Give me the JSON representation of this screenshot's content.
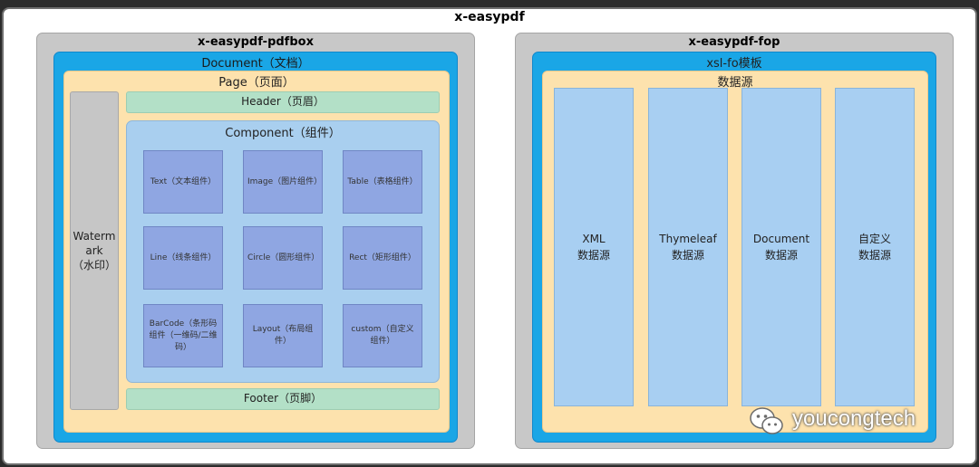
{
  "title": "x-easypdf",
  "pdfbox": {
    "title": "x-easypdf-pdfbox",
    "document_label": "Document（文档）",
    "page_label": "Page（页面）",
    "header_label": "Header（页眉）",
    "footer_label": "Footer（页脚）",
    "watermark_label": "Waterm\nark\n（水印）",
    "component": {
      "label": "Component（组件）",
      "items": [
        "Text（文本组件）",
        "Image（图片组件）",
        "Table（表格组件）",
        "Line（线条组件）",
        "Circle（圆形组件）",
        "Rect（矩形组件）",
        "BarCode（条形码组件（一维码/二维码）",
        "Layout（布局组件）",
        "custom（自定义组件）"
      ]
    }
  },
  "fop": {
    "title": "x-easypdf-fop",
    "template_label": "xsl-fo模板",
    "datasource_label": "数据源",
    "sources": [
      "XML\n数据源",
      "Thymeleaf\n数据源",
      "Document\n数据源",
      "自定义\n数据源"
    ]
  },
  "watermark_brand": "youcongtech",
  "colors": {
    "outer_gray": "#c8c8c8",
    "blue": "#1aa6e6",
    "peach": "#fde2ad",
    "green": "#b3e0c7",
    "light_blue": "#a9cfef",
    "component_cell": "#8fa6e2"
  }
}
